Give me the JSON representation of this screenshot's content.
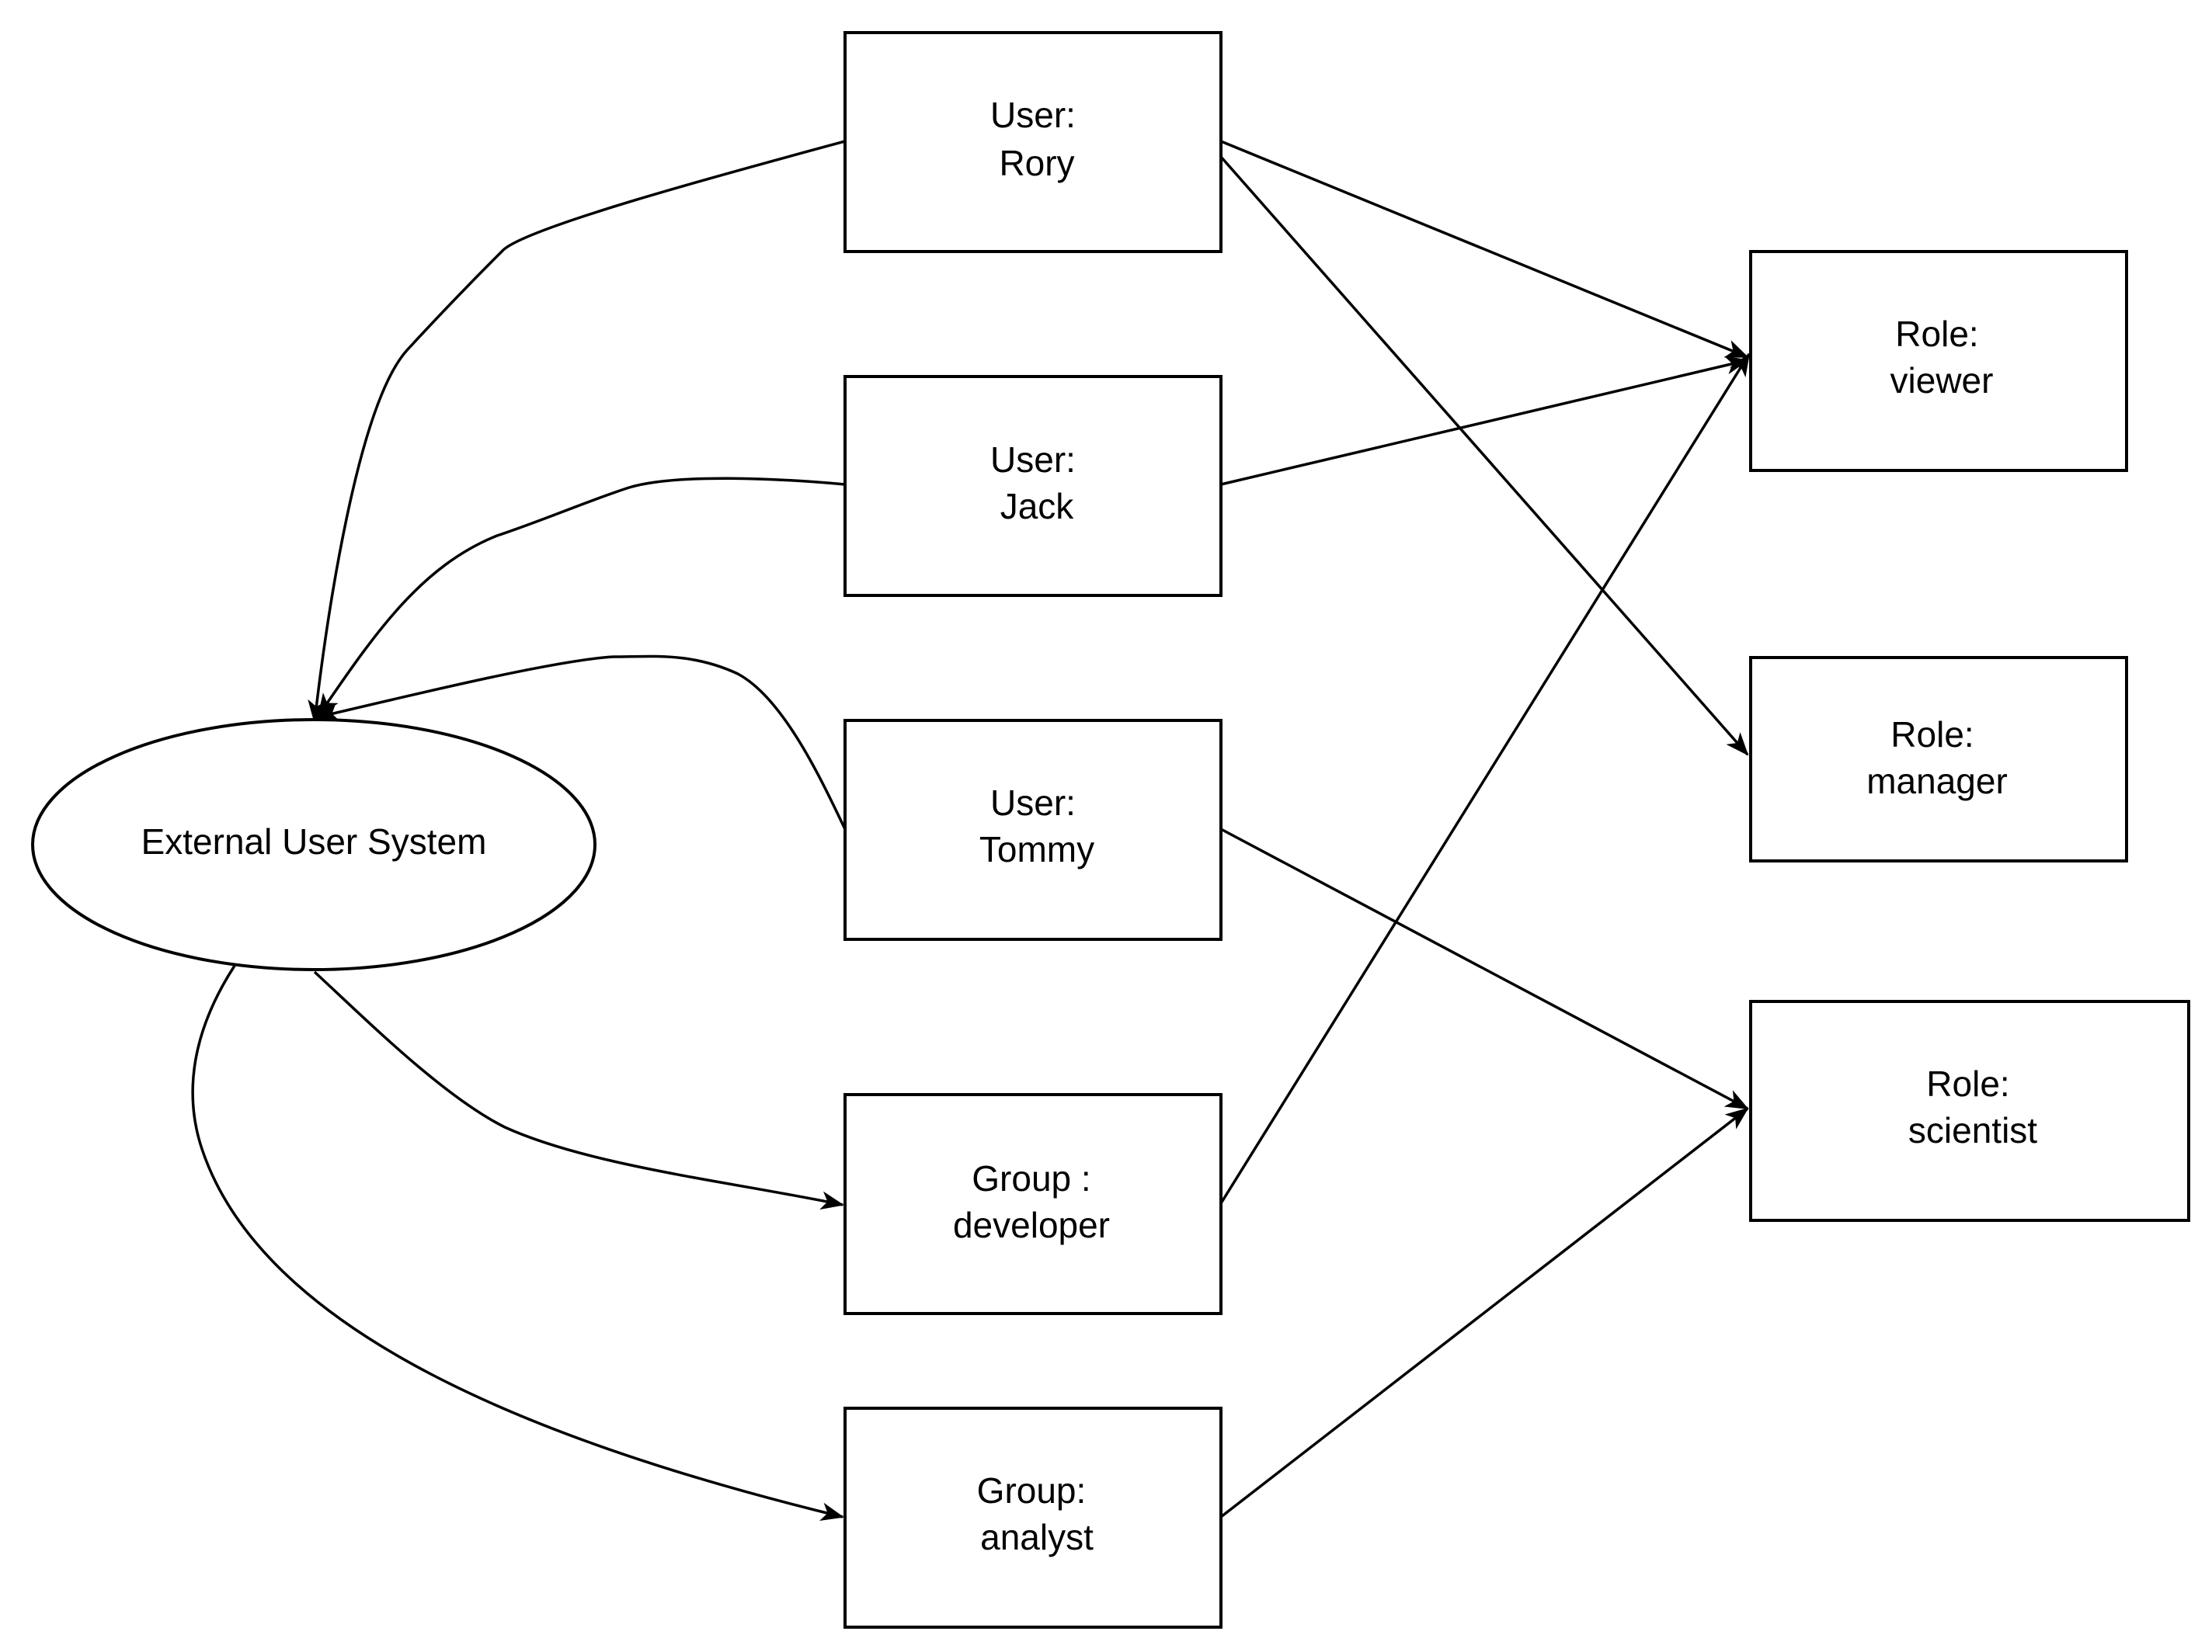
{
  "diagram": {
    "nodes": {
      "external": {
        "label": "External User System"
      },
      "rory": {
        "line1": "User:",
        "line2": "Rory"
      },
      "jack": {
        "line1": "User:",
        "line2": "Jack"
      },
      "tommy": {
        "line1": "User:",
        "line2": "Tommy"
      },
      "developer": {
        "line1": "Group :",
        "line2": "developer"
      },
      "analyst": {
        "line1": "Group:",
        "line2": "analyst"
      },
      "viewer": {
        "line1": "Role:",
        "line2": "viewer"
      },
      "manager": {
        "line1": "Role:",
        "line2": "manager"
      },
      "scientist": {
        "line1": "Role:",
        "line2": "scientist"
      }
    },
    "edges": [
      {
        "from": "User: Rory",
        "to": "External User System"
      },
      {
        "from": "User: Jack",
        "to": "External User System"
      },
      {
        "from": "User: Tommy",
        "to": "External User System"
      },
      {
        "from": "External User System",
        "to": "Group : developer"
      },
      {
        "from": "External User System",
        "to": "Group: analyst"
      },
      {
        "from": "User: Rory",
        "to": "Role: viewer"
      },
      {
        "from": "User: Rory",
        "to": "Role: manager"
      },
      {
        "from": "User: Jack",
        "to": "Role: viewer"
      },
      {
        "from": "User: Tommy",
        "to": "Role: scientist"
      },
      {
        "from": "Group : developer",
        "to": "Role: viewer"
      },
      {
        "from": "Group: analyst",
        "to": "Role: scientist"
      }
    ]
  }
}
